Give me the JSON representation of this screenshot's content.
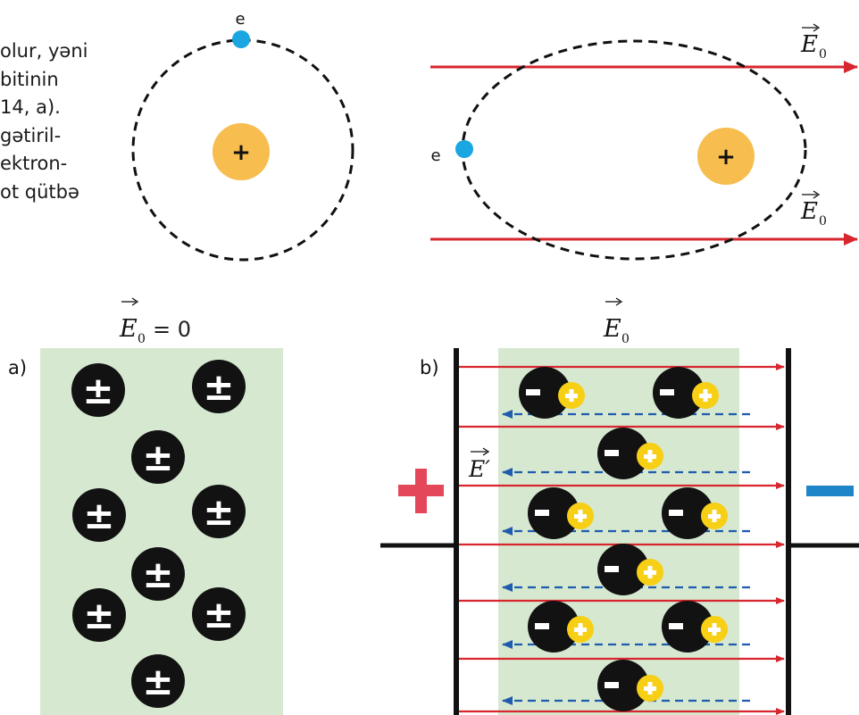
{
  "text_fragment": {
    "lines": [
      "olur, yəni",
      "bitinin",
      "14, a).",
      "gətiril-",
      "ektron-",
      "ot qütbə"
    ]
  },
  "top_left": {
    "electron_label": "e",
    "nucleus_sign": "+"
  },
  "top_right": {
    "electron_label": "e",
    "nucleus_sign": "+",
    "field_top": {
      "symbol": "E",
      "subscript": "0"
    },
    "field_bottom": {
      "symbol": "E",
      "subscript": "0"
    }
  },
  "panel_a": {
    "label": "a)",
    "field": {
      "symbol": "E",
      "subscript": "0",
      "equals": "= 0"
    },
    "dipole_sign": "±"
  },
  "panel_b": {
    "label": "b)",
    "field": {
      "symbol": "E",
      "subscript": "0"
    },
    "induced_field": {
      "symbol": "E′"
    },
    "left_plate_sign": "+",
    "right_plate_sign": "−",
    "dipole_neg": "−",
    "dipole_pos": "+"
  },
  "colors": {
    "nucleus": "#f7bd4f",
    "electron": "#1aa6e0",
    "field_line": "#d7262e",
    "induced_line": "#1f5cad",
    "dielectric": "#d6e8d0",
    "dipole_body": "#121212",
    "dipole_pos": "#f7cf15",
    "plus_sign": "#e5475a",
    "minus_sign": "#1e86c8"
  }
}
